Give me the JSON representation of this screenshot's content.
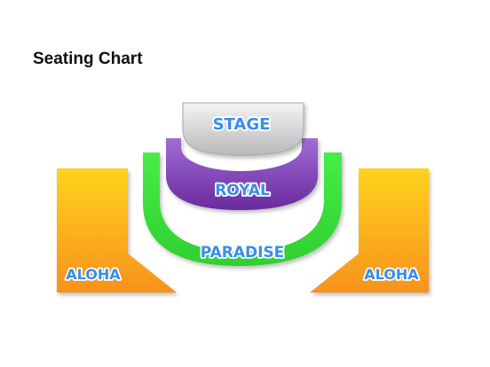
{
  "title": "Seating Chart",
  "sections": {
    "stage": "STAGE",
    "royal": "ROYAL",
    "paradise": "PARADISE",
    "aloha_left": "ALOHA",
    "aloha_right": "ALOHA"
  },
  "colors": {
    "stage_top": "#f4f4f4",
    "stage_bottom": "#b9b9b9",
    "royal_top": "#a06cd6",
    "royal_bottom": "#6a2a9c",
    "paradise": "#3fe43f",
    "paradise_dark": "#25b325",
    "aloha_top": "#ffd21a",
    "aloha_bottom": "#f7921c",
    "label_fill": "#3a8ee6"
  }
}
